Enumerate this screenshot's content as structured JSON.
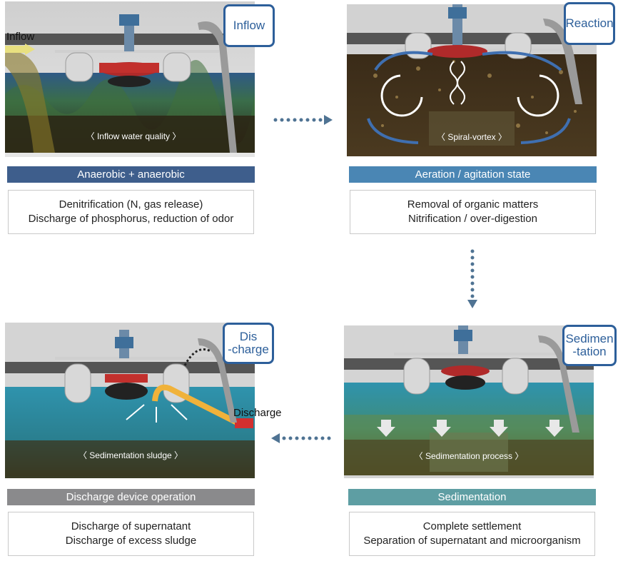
{
  "panels": {
    "inflow": {
      "tag": "Inflow",
      "side_label": "Inflow",
      "caption": "〈 Inflow water quality 〉",
      "header": "Anaerobic + anaerobic",
      "lines": [
        "Denitrification (N, gas release)",
        "Discharge of phosphorus, reduction of odor"
      ]
    },
    "reaction": {
      "tag": "Reaction",
      "caption": "〈 Spiral-vortex 〉",
      "header": "Aeration / agitation state",
      "lines": [
        "Removal of organic matters",
        "Nitrification / over-digestion"
      ]
    },
    "sedimentation": {
      "tag_line1": "Sedimen",
      "tag_line2": "-tation",
      "caption": "〈 Sedimentation process 〉",
      "header": "Sedimentation",
      "lines": [
        "Complete settlement",
        "Separation of supernatant and microorganism"
      ]
    },
    "discharge": {
      "tag_line1": "Dis",
      "tag_line2": "-charge",
      "side_label": "Discharge",
      "caption": "〈 Sedimentation sludge 〉",
      "header": "Discharge device operation",
      "lines": [
        "Discharge of supernatant",
        "Discharge of excess sludge"
      ]
    }
  },
  "colors": {
    "tag_border": "#2d5f9a",
    "header_inflow": "#3e5e8c",
    "header_reaction": "#4a86b4",
    "header_sedimentation": "#5e9ea3",
    "header_discharge": "#8a8a8c",
    "flow_arrow": "#4f7393"
  }
}
